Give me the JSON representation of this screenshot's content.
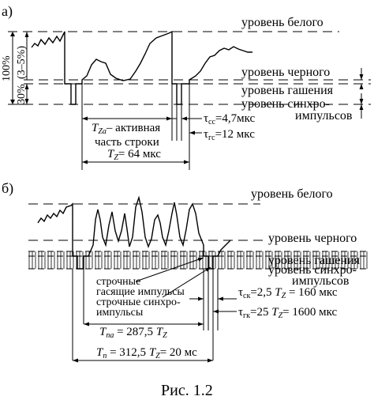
{
  "figure": {
    "caption": "Рис. 1.2",
    "panel_a": {
      "label": "а)",
      "level_white": "уровень белого",
      "level_black": "уровень черного",
      "level_blank": "уровень гашения",
      "level_sync_1": "уровень синхро-",
      "level_sync_2": "импульсов",
      "pct_100": "100%",
      "pct_3_5": "(3–5%)",
      "pct_30": "30%",
      "active_1": "– активная",
      "active_2": "часть строки",
      "tz_a": "T",
      "tz_a_sub": "Zа",
      "tau_sync_sym": "τ",
      "tau_sync_sub": "сс",
      "tau_sync_val": "=4,7мкс",
      "tau_blank_sym": "τ",
      "tau_blank_sub": "гс",
      "tau_blank_val": "=12 мкс",
      "period_sym": "T",
      "period_sub": "Z",
      "period_val": "= 64 мкс"
    },
    "panel_b": {
      "label": "б)",
      "level_white": "уровень белого",
      "level_black": "уровень черного",
      "level_blank": "уровень гашения",
      "level_sync_1": "уровень синхро-",
      "level_sync_2": "импульсов",
      "line_blank_1": "строчные",
      "line_blank_2": "гасящие импульсы",
      "line_sync_1": "строчные синхро-",
      "line_sync_2": "импульсы",
      "tau_sk_sym": "τ",
      "tau_sk_sub": "ск",
      "tau_sk_val": "=2,5 ",
      "tau_sk_tz": "T",
      "tau_sk_tz_sub": "Z",
      "tau_sk_res": " = 160 мкс",
      "tau_gk_sym": "τ",
      "tau_gk_sub": "гк",
      "tau_gk_val": "=25 ",
      "tau_gk_tz": "T",
      "tau_gk_tz_sub": "Z",
      "tau_gk_res": "= 1600 мкс",
      "tna_sym": "T",
      "tna_sub": "nа",
      "tna_val": " = 287,5 ",
      "tna_tz": "T",
      "tna_tz_sub": "Z",
      "tn_sym": "T",
      "tn_sub": "n",
      "tn_val": " = 312,5 ",
      "tn_tz": "T",
      "tn_tz_sub": "Z",
      "tn_res": "= 20 мс"
    }
  }
}
